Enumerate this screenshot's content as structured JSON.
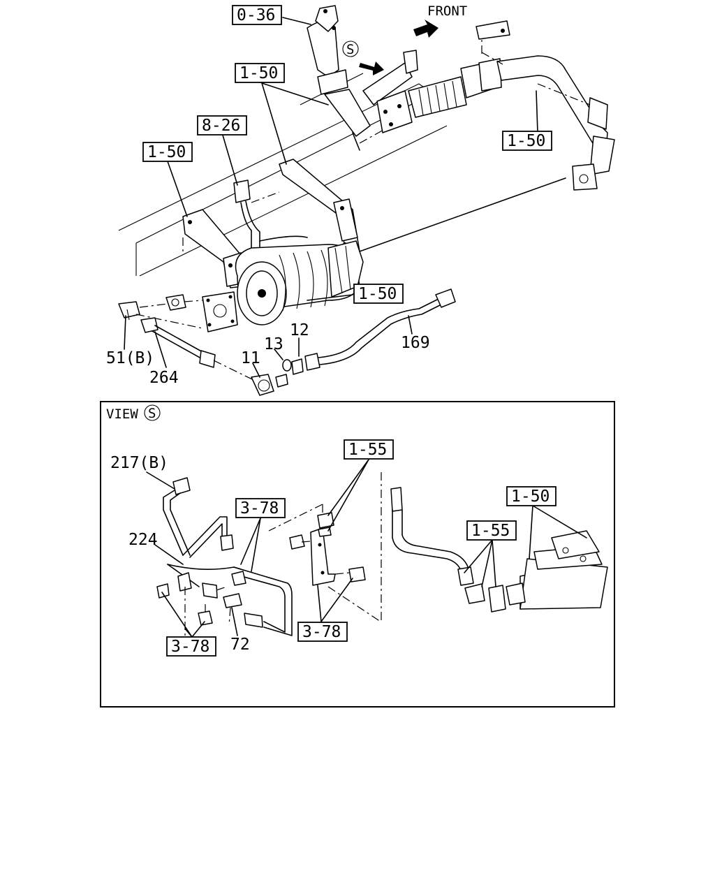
{
  "diagram": {
    "front_label": "FRONT",
    "view_label": "VIEW",
    "view_marker": "S",
    "labels": {
      "ref_0_36": "0-36",
      "ref_1_50_a": "1-50",
      "ref_1_50_b": "1-50",
      "ref_8_26": "8-26",
      "ref_1_50_c": "1-50",
      "ref_1_50_d": "1-50",
      "p51b": "51(B)",
      "p264": "264",
      "p11": "11",
      "p13": "13",
      "p12": "12",
      "p169": "169",
      "p217b": "217(B)",
      "ref_1_55_a": "1-55",
      "ref_3_78_a": "3-78",
      "ref_1_50_e": "1-50",
      "p224": "224",
      "ref_1_55_b": "1-55",
      "ref_3_78_b": "3-78",
      "ref_3_78_c": "3-78",
      "p72": "72"
    }
  }
}
